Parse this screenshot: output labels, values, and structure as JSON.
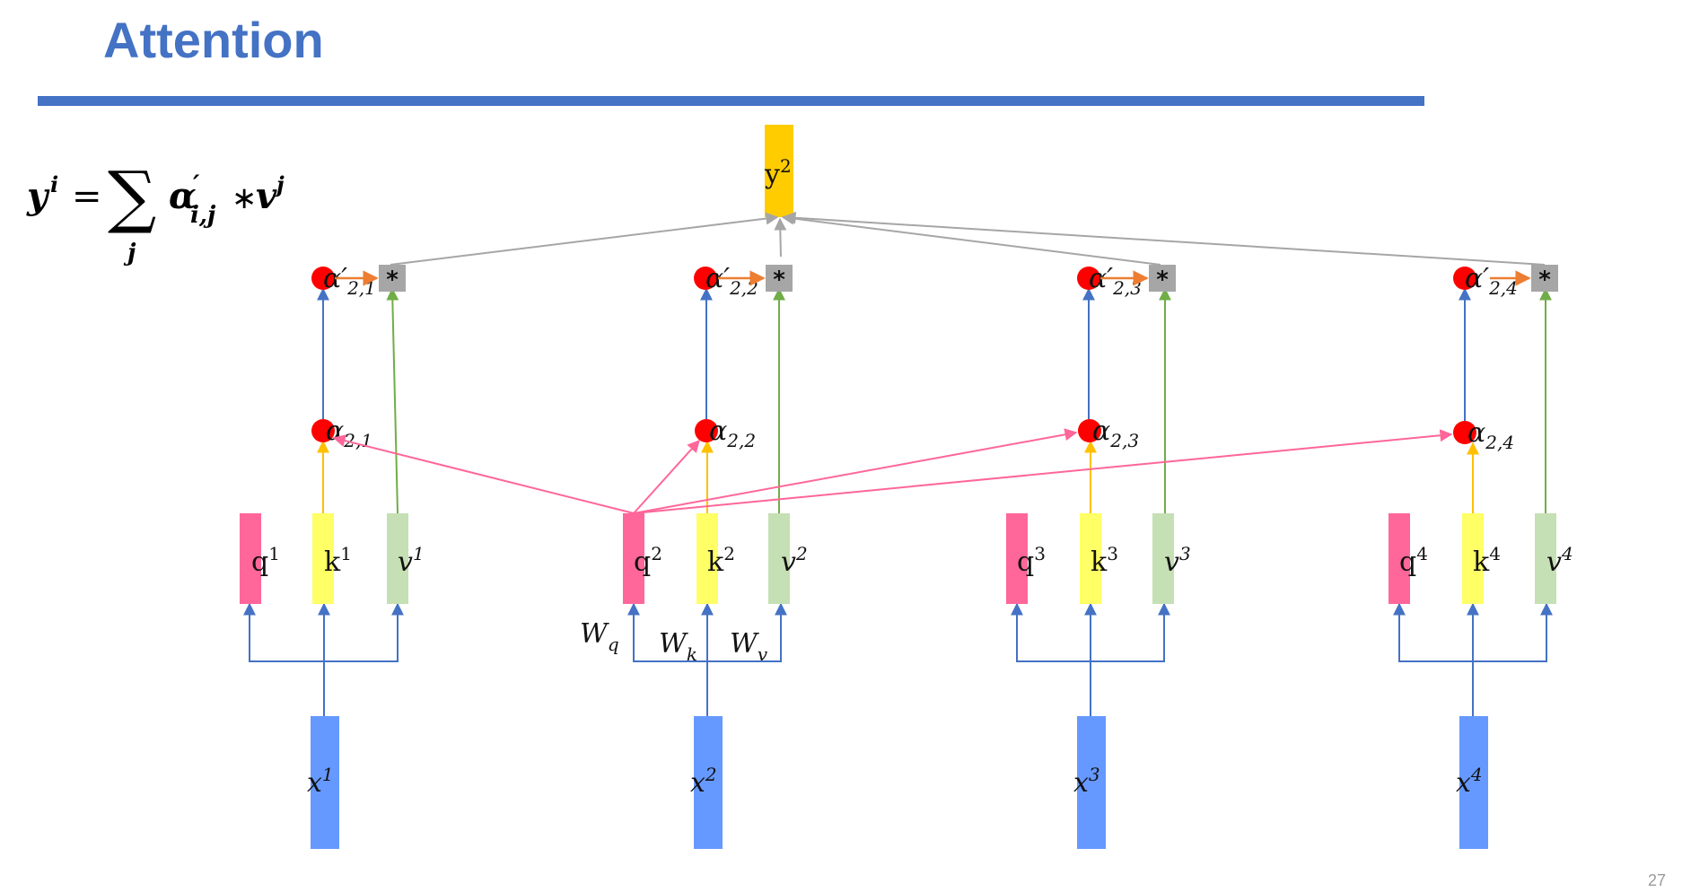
{
  "slide": {
    "title": "Attention",
    "page_number": "27"
  },
  "formula": {
    "lhs": "y",
    "lhs_sup": "i",
    "equals": "=",
    "sum": "∑",
    "sum_index": "j",
    "alpha": "α",
    "prime": "′",
    "alpha_sub": "i,j",
    "times": "∗",
    "v": "v",
    "v_sup": "j"
  },
  "output": {
    "base": "y",
    "sup": "2"
  },
  "weights": [
    {
      "base": "W",
      "sub": "q"
    },
    {
      "base": "W",
      "sub": "k"
    },
    {
      "base": "W",
      "sub": "v"
    }
  ],
  "columns": [
    {
      "x": {
        "base": "x",
        "sup": "1"
      },
      "q": {
        "base": "q",
        "sup": "1"
      },
      "k": {
        "base": "k",
        "sup": "1"
      },
      "v": {
        "base": "v",
        "sup": "1"
      },
      "alpha": {
        "base": "α",
        "sub": "2,1"
      },
      "alpha_prime": {
        "base": "α′",
        "sub": "2,1"
      },
      "mult": "*"
    },
    {
      "x": {
        "base": "x",
        "sup": "2"
      },
      "q": {
        "base": "q",
        "sup": "2"
      },
      "k": {
        "base": "k",
        "sup": "2"
      },
      "v": {
        "base": "v",
        "sup": "2"
      },
      "alpha": {
        "base": "α",
        "sub": "2,2"
      },
      "alpha_prime": {
        "base": "α′",
        "sub": "2,2"
      },
      "mult": "*"
    },
    {
      "x": {
        "base": "x",
        "sup": "3"
      },
      "q": {
        "base": "q",
        "sup": "3"
      },
      "k": {
        "base": "k",
        "sup": "3"
      },
      "v": {
        "base": "v",
        "sup": "3"
      },
      "alpha": {
        "base": "α",
        "sub": "2,3"
      },
      "alpha_prime": {
        "base": "α′",
        "sub": "2,3"
      },
      "mult": "*"
    },
    {
      "x": {
        "base": "x",
        "sup": "4"
      },
      "q": {
        "base": "q",
        "sup": "4"
      },
      "k": {
        "base": "k",
        "sup": "4"
      },
      "v": {
        "base": "v",
        "sup": "4"
      },
      "alpha": {
        "base": "α",
        "sub": "2,4"
      },
      "alpha_prime": {
        "base": "α′",
        "sub": "2,4"
      },
      "mult": "*"
    }
  ],
  "colors": {
    "title": "#4472c4",
    "divider": "#4472c4",
    "x_block": "#6699ff",
    "q_block": "#ff6699",
    "k_block": "#ffff66",
    "v_block": "#c5e0b4",
    "y_block": "#ffcc00",
    "mult_box": "#a6a6a6",
    "dot": "#ff0000",
    "blue_line": "#4472c4",
    "green_line": "#70ad47",
    "yellow_line": "#ffc000",
    "orange_line": "#ed7d31",
    "pink_line": "#ff6699",
    "gray_line": "#a6a6a6"
  }
}
